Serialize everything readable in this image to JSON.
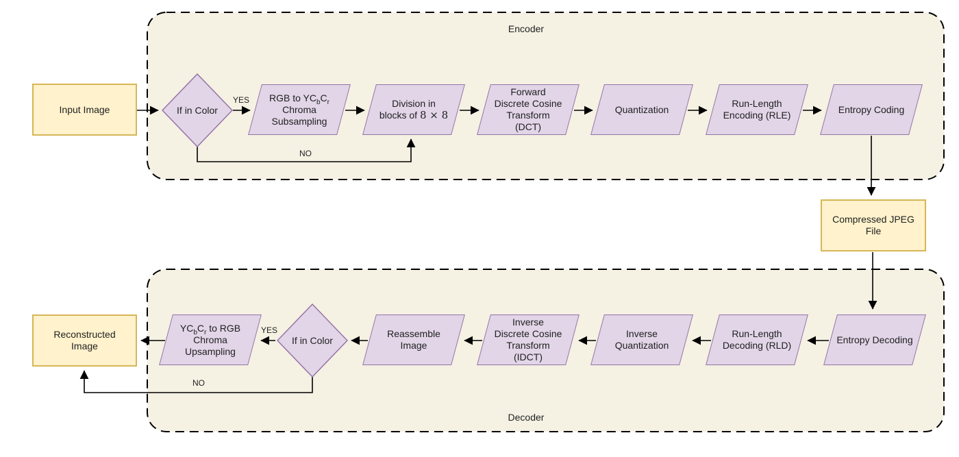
{
  "groups": {
    "encoder": {
      "label": "Encoder"
    },
    "decoder": {
      "label": "Decoder"
    }
  },
  "edge_labels": {
    "encoder_yes": "YES",
    "encoder_no": "NO",
    "decoder_yes": "YES",
    "decoder_no": "NO"
  },
  "nodes": {
    "input_image": {
      "lines": [
        "Input Image"
      ]
    },
    "encoder_if_in_color": {
      "label": "If in Color"
    },
    "rgb_to_ycbcr": {
      "l1a": "RGB to YC",
      "l1sub_b": "b",
      "l1c": "C",
      "l1sub_r": "r",
      "l2": "Chroma",
      "l3": "Subsampling"
    },
    "division_blocks": {
      "l1": "Division in",
      "l2_prefix": "blocks of",
      "l2_math": "8 × 8"
    },
    "forward_dct": {
      "lines": [
        "Forward",
        "Discrete Cosine",
        "Transform",
        "(DCT)"
      ]
    },
    "quantization": {
      "lines": [
        "Quantization"
      ]
    },
    "run_length_encoding": {
      "lines": [
        "Run-Length",
        "Encoding (RLE)"
      ]
    },
    "entropy_coding": {
      "lines": [
        "Entropy Coding"
      ]
    },
    "compressed_jpeg_file": {
      "lines": [
        "Compressed JPEG",
        "File"
      ]
    },
    "entropy_decoding": {
      "lines": [
        "Entropy Decoding"
      ]
    },
    "run_length_decoding": {
      "lines": [
        "Run-Length",
        "Decoding (RLD)"
      ]
    },
    "inverse_quantization": {
      "lines": [
        "Inverse",
        "Quantization"
      ]
    },
    "inverse_dct": {
      "lines": [
        "Inverse",
        "Discrete Cosine",
        "Transform",
        "(IDCT)"
      ]
    },
    "reassemble_image": {
      "lines": [
        "Reassemble",
        "Image"
      ]
    },
    "decoder_if_in_color": {
      "label": "If in Color"
    },
    "ycbcr_to_rgb": {
      "l1a": "YC",
      "l1sub_b": "b",
      "l1c": "C",
      "l1sub_r": "r",
      "l1e": " to RGB",
      "l2": "Chroma",
      "l3": "Upsampling"
    },
    "reconstructed_image": {
      "lines": [
        "Reconstructed",
        "Image"
      ]
    }
  },
  "colors": {
    "process_fill": "#E1D5E7",
    "process_stroke": "#9673A6",
    "terminal_fill": "#FFF2CC",
    "terminal_stroke": "#D6B656",
    "group_fill": "#F5F1E3",
    "group_stroke": "#000000",
    "line": "#000000"
  }
}
